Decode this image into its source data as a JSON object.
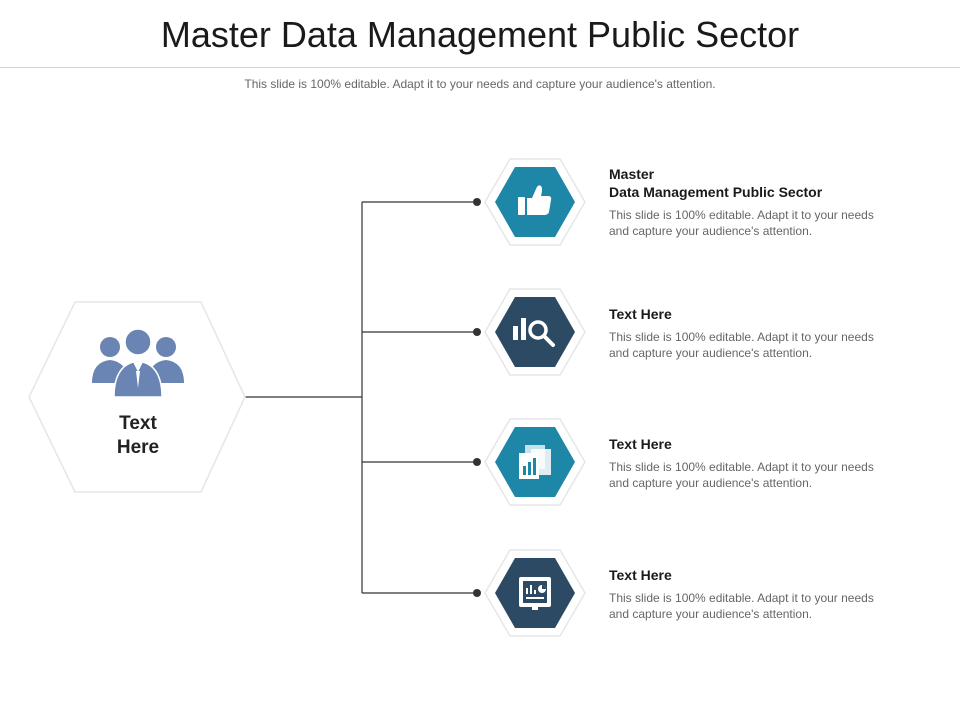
{
  "slide": {
    "title": "Master Data Management Public Sector",
    "subtitle": "This slide is 100% editable. Adapt it to your needs and capture your audience's attention."
  },
  "hub": {
    "label_line1": "Text",
    "label_line2": "Here",
    "icon": "people-group-icon",
    "icon_color": "#6a84b4"
  },
  "items": [
    {
      "heading_line1": "Master",
      "heading_line2": "Data Management Public Sector",
      "body_line1": "This slide is 100% editable. Adapt it to your needs",
      "body_line2": "and capture your audience's attention.",
      "icon": "thumbs-up-icon",
      "color": "#1e86a7"
    },
    {
      "heading_line1": "Text Here",
      "heading_line2": "",
      "body_line1": "This slide is 100% editable. Adapt it to your needs",
      "body_line2": "and capture your audience's attention.",
      "icon": "chart-search-icon",
      "color": "#2c4a63"
    },
    {
      "heading_line1": "Text Here",
      "heading_line2": "",
      "body_line1": "This slide is 100% editable. Adapt it to your needs",
      "body_line2": "and capture your audience's attention.",
      "icon": "documents-chart-icon",
      "color": "#1e86a7"
    },
    {
      "heading_line1": "Text Here",
      "heading_line2": "",
      "body_line1": "This slide is 100% editable. Adapt it to your needs",
      "body_line2": "and capture your audience's attention.",
      "icon": "report-monitor-icon",
      "color": "#2c4a63"
    }
  ]
}
